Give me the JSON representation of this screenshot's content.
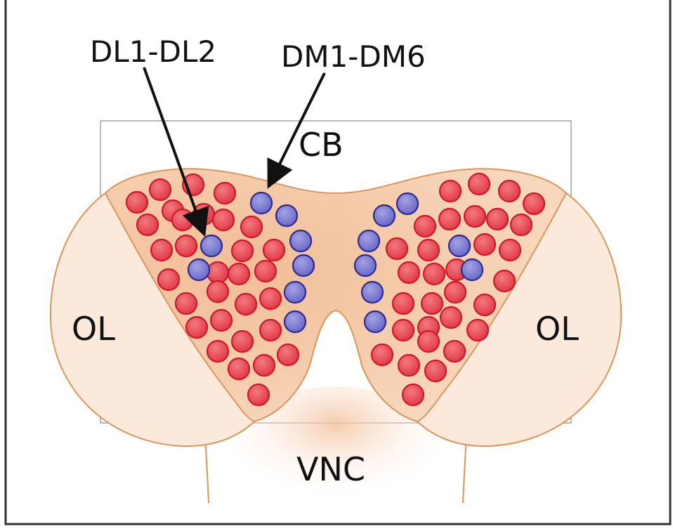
{
  "labels": {
    "dl": "DL1-DL2",
    "dm": "DM1-DM6",
    "cb": "CB",
    "ol_left": "OL",
    "ol_right": "OL",
    "vnc": "VNC"
  },
  "colors": {
    "frame": "#333333",
    "tissue_outline": "#d9965c",
    "ol_fill": "#fbe9dc",
    "cb_fill": "#f6cfae",
    "dl_neuron_fill": "#e8454f",
    "dl_neuron_stroke": "#c9192b",
    "dm_neuron_fill": "#7d7bd2",
    "dm_neuron_stroke": "#2c2a8c",
    "arrow": "#111111"
  }
}
